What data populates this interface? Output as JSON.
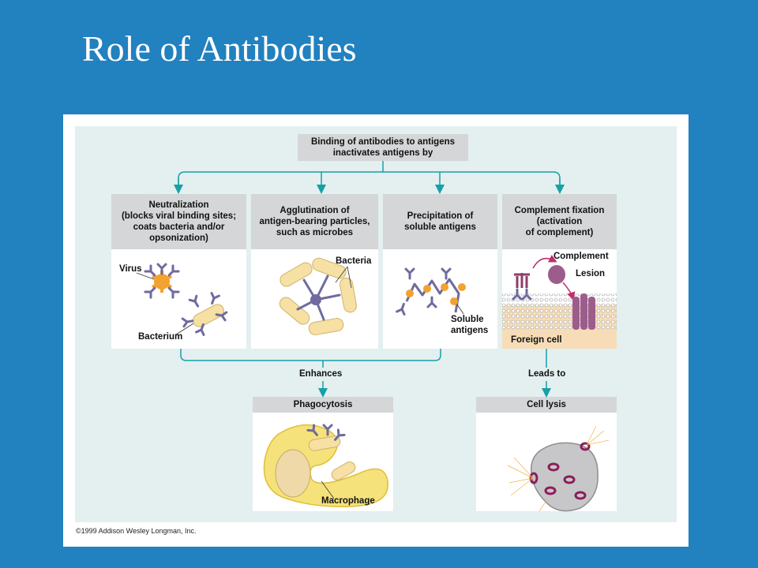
{
  "slide": {
    "title": "Role of Antibodies"
  },
  "diagram": {
    "root": "Binding of antibodies to antigens\ninactivates antigens by",
    "mechanisms": [
      {
        "title": "Neutralization\n(blocks viral binding sites;\ncoats bacteria and/or\nopsonization)",
        "labels": [
          "Virus",
          "Bacterium"
        ]
      },
      {
        "title": "Agglutination of\nantigen-bearing particles,\nsuch as microbes",
        "labels": [
          "Bacteria"
        ]
      },
      {
        "title": "Precipitation of\nsoluble antigens",
        "labels": [
          "Soluble\nantigens"
        ]
      },
      {
        "title": "Complement fixation\n(activation\nof complement)",
        "labels": [
          "Complement",
          "Lesion",
          "Foreign cell"
        ]
      }
    ],
    "connectors": {
      "left": "Enhances",
      "right": "Leads to"
    },
    "outcomes": [
      {
        "title": "Phagocytosis",
        "labels": [
          "Macrophage"
        ]
      },
      {
        "title": "Cell lysis",
        "labels": []
      }
    ],
    "colors": {
      "arrow": "#17a0a8",
      "antibody": "#6f6a9e",
      "bacteria": "#f6e0a3",
      "virus": "#f2a22e",
      "complement": "#9c5d8c",
      "macrophage": "#f5e27a",
      "cell": "#c7c7c9"
    },
    "copyright": "©1999 Addison Wesley Longman, Inc."
  }
}
